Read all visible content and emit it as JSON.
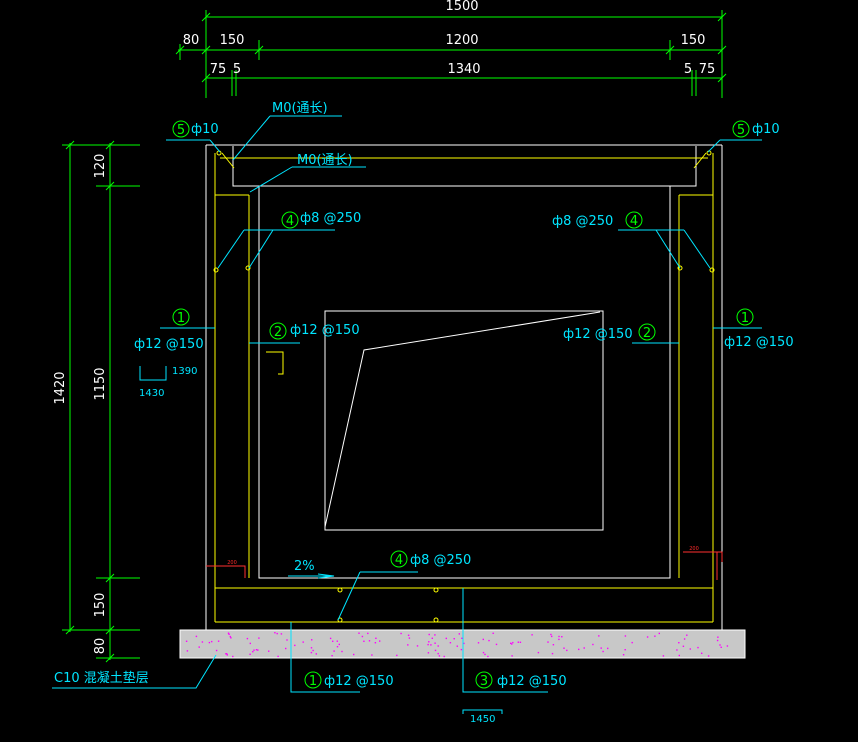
{
  "top_dimensions": {
    "row1": [
      "1500"
    ],
    "row2": [
      "80",
      "150",
      "1200",
      "150"
    ],
    "row3": [
      "75",
      "5",
      "1340",
      "5",
      "75"
    ]
  },
  "left_dimensions": {
    "overall": "1420",
    "parts": [
      "120",
      "1150",
      "150",
      "80"
    ]
  },
  "labels": {
    "m0_a": "M0(通长)",
    "m0_b": "M0(通长)",
    "rebar5_left": "ф10",
    "rebar5_right": "ф10",
    "rebar4_left": "ф8 @250",
    "rebar4_right": "ф8 @250",
    "rebar4_bottom": "ф8 @250",
    "rebar1_left": "ф12 @150",
    "rebar1_right": "ф12 @150",
    "rebar1_bottom": "ф12 @150",
    "rebar2_left": "ф12 @150",
    "rebar2_right": "ф12 @150",
    "rebar3_bottom": "ф12 @150",
    "slope": "2%",
    "cushion": "C10 混凝土垫层",
    "bar_len_1390": "1390",
    "bar_len_1430": "1430",
    "bar_len_1450": "1450",
    "small_200_left": "200",
    "small_200_right": "200"
  },
  "markers": {
    "n1": "1",
    "n2": "2",
    "n3": "3",
    "n4": "4",
    "n5": "5"
  },
  "colors": {
    "background": "#000000",
    "dimension": "#00ff00",
    "outline": "#ffffff",
    "rebar": "#ffff00",
    "leader": "#00e5ff",
    "cushion_fill": "#c8c8c8",
    "cushion_dots": "#ff00ff"
  }
}
